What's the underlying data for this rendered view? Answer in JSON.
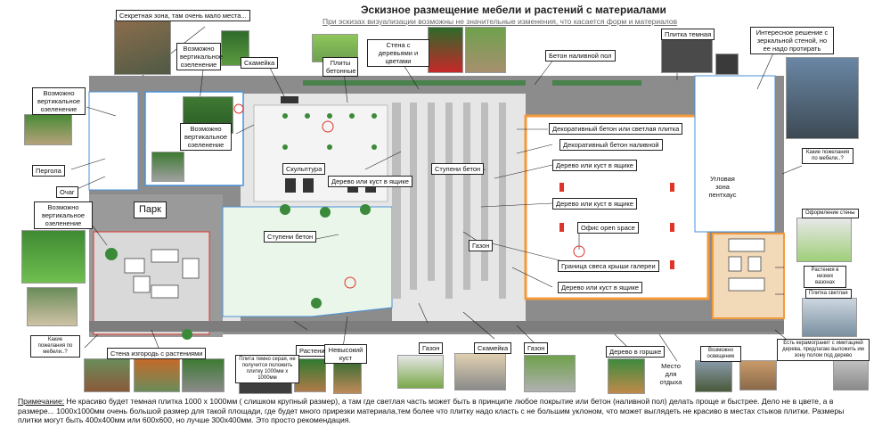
{
  "header": {
    "title": "Эскизное размещение мебели и растений с материалами",
    "subtitle": "При эскизах визуализации возможны не значительные изменения, что касается форм и материалов"
  },
  "labels": {
    "secret_zone": "Секретная зона, там очень мало места...",
    "vertical_green_1": "Возможно вертикальное озеленение",
    "bench_top": "Скамейка",
    "concrete_slabs": "Плиты бетонные",
    "wall_trees": "Стена с деревьями и цветами",
    "dark_tile_top": "Плитка темная",
    "poured_concrete_floor": "Бетон наливной пол",
    "mirror_wall": "Интересное решение с зеркальной стеной, но ее надо протирать",
    "vertical_green_left": "Возможно вертикальное озеленение",
    "vertical_green_mid": "Возможно вертикальное озеленение",
    "pergola": "Пергола",
    "hearth": "Очаг",
    "vertical_green_bottom": "Возможно вертикальное озеленение",
    "park": "Парк",
    "deco_concrete_tile": "Декоративный бетон или светлая плитка",
    "deco_concrete_poured": "Декоративный бетон наливной",
    "sculpture": "Скульптура",
    "concrete_steps_top": "Ступени бетон",
    "tree_box_1": "Дерево или куст в ящике",
    "tree_box_2": "Дерево или куст в ящике",
    "tree_box_3": "Дерево или куст в ящике",
    "corner_penthouse": "Угловая зона пентхаус",
    "furniture_wishes_right": "Какие пожелания по мебели..?",
    "wall_design": "Оформление стены",
    "concrete_steps_left": "Ступени бетон",
    "office": "Офис open space",
    "lawn_center": "Газон",
    "roof_overhang": "Граница свеса крыши галереи",
    "plants_low_boxes": "Растения в низких вазонах",
    "light_tile": "Плитка светлая",
    "tree_box_4": "Дерево или куст в ящике",
    "furniture_wishes_left": "Какие пожелания по мебели..?",
    "hedge_wall": "Стена изгородь с растениями",
    "plant": "Растение",
    "low_shrub": "Невысокий куст",
    "lawn_bottom_1": "Газон",
    "bench_bottom": "Скамейка",
    "lawn_bottom_2": "Газон",
    "tree_pot": "Дерево в горшке",
    "rest_area": "Место для отдыха",
    "possible_lighting": "Возможно освещение",
    "porcelain_wood": "Есть керамогранит с имитацией дерева, предлагаю выложить им зону полом под дерево",
    "dark_tile_note": "Плита темно серая, не получится положить плитку 1000мм х 1000мм"
  },
  "note": {
    "lead": "Примечание:",
    "text": " Не красиво будет темная плитка 1000 х 1000мм ( слишком крупный размер), а там где светлая часть может быть в принципе любое покрытие или бетон (наливной пол) делать проще и быстрее. Дело не в цвете, а в размере... 1000х1000мм очень большой размер для такой площади, где будет много прирезки материала,тем более что плитку надо класть с не большим уклоном, что может выглядеть не красиво в местах стыков плитки. Размеры плитки могут быть 400х400мм или 600х600, но лучше 300х400мм. Это просто рекомендация."
  },
  "colors": {
    "dark_paving": "#8c8c8c",
    "light_paving": "#e6e6e6",
    "lawn": "#e9f5e9",
    "orange_outline": "#f39a3c",
    "blue_outline": "#4a90d9",
    "red_outline": "#e0342a",
    "wood_deck": "#f2d9b8"
  }
}
